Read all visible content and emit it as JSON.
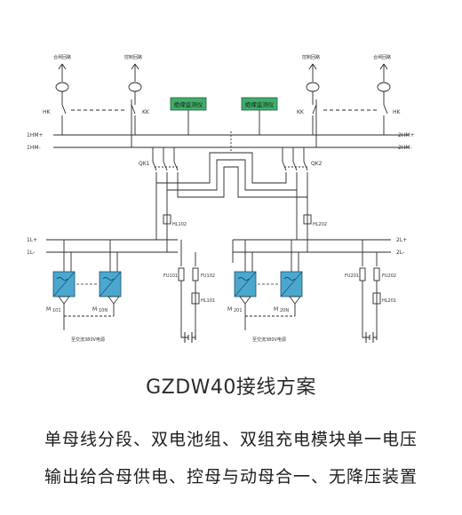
{
  "diagram": {
    "labels": {
      "tl_ctrl": "合闸回路",
      "tl_ctrl2": "控制回路",
      "tr_ctrl2": "控制回路",
      "tr_ctrl": "合闸回路",
      "hk_left": "HK",
      "hk_right": "HK",
      "kk_left": "KK",
      "kk_right": "KK",
      "hm1_left": "1HM+",
      "hm1n_left": "1HM-",
      "hm2_right": "2HM+",
      "hm2n_right": "2HM-",
      "monitor_left": "绝缘监测仪",
      "monitor_right": "绝缘监测仪",
      "qk1": "QK1",
      "qk2": "QK2",
      "hl102": "HL102",
      "hl202": "HL202",
      "l1p": "1L+",
      "l1n": "1L-",
      "l2p": "2L+",
      "l2n": "2L-",
      "fu101": "FU101",
      "fu102": "FU102",
      "hl101": "HL101",
      "fu201": "FU201",
      "fu202": "FU202",
      "hl201": "HL201",
      "m101": "M",
      "m101_sub": "101",
      "m10n": "M",
      "m10n_sub": "10N",
      "m201": "M",
      "m201_sub": "201",
      "m20n": "M",
      "m20n_sub": "20N",
      "ac_left": "至交流380V电源",
      "ac_right": "至交流380V电源"
    }
  },
  "title": "GZDW40接线方案",
  "subtitle_line1": "单母线分段、双电池组、双组充电模块单一电压",
  "subtitle_line2": "输出给合母供电、控母与动母合一、无降压装置",
  "colors": {
    "line": "#2a2a2a",
    "monitor_fill": "#3fae6a",
    "module_fill": "#4aa8cf"
  }
}
